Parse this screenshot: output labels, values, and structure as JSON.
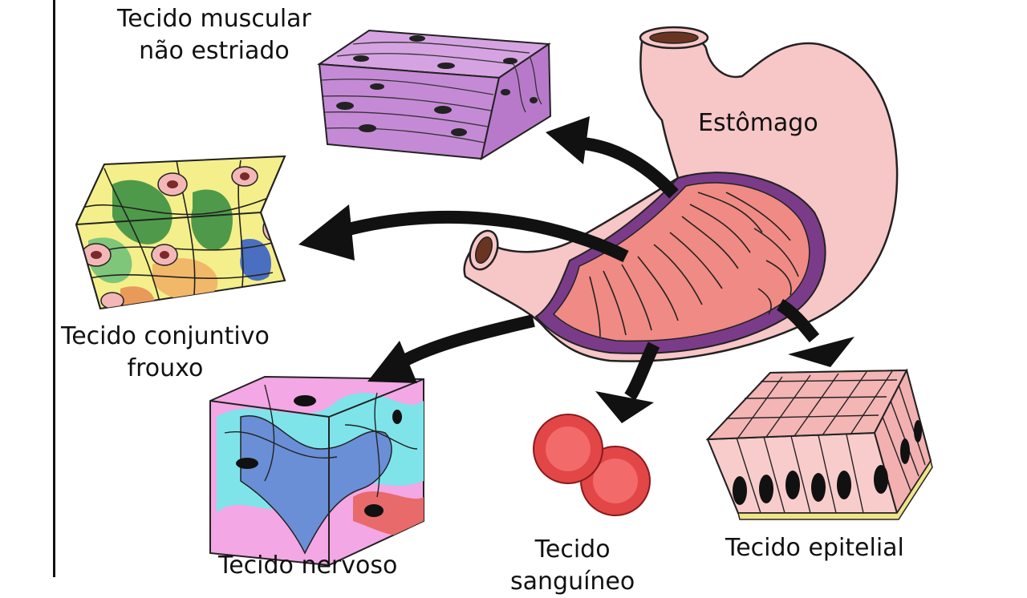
{
  "labels": {
    "smooth_muscle": [
      "Tecido muscular",
      "não estriado"
    ],
    "stomach": "Estômago",
    "loose_connective": [
      "Tecido conjuntivo",
      "frouxo"
    ],
    "nervous": "Tecido nervoso",
    "blood": [
      "Tecido",
      "sanguíneo"
    ],
    "epithelial": "Tecido epitelial"
  },
  "colors": {
    "muscle": "#c58ad6",
    "stomach": "#f7c6c6",
    "mucosa": "#f08a84",
    "submucosa": "#7a3c88",
    "connective_yellow": "#f4ef8a",
    "connective_green": "#4f9a4a",
    "nervous_pink": "#f3a7e4",
    "nervous_cyan": "#7ee4ea",
    "nervous_blue": "#6a8fd6",
    "blood": "#e24646",
    "epithelial": "#f7c2c2",
    "arrow": "#111111"
  }
}
